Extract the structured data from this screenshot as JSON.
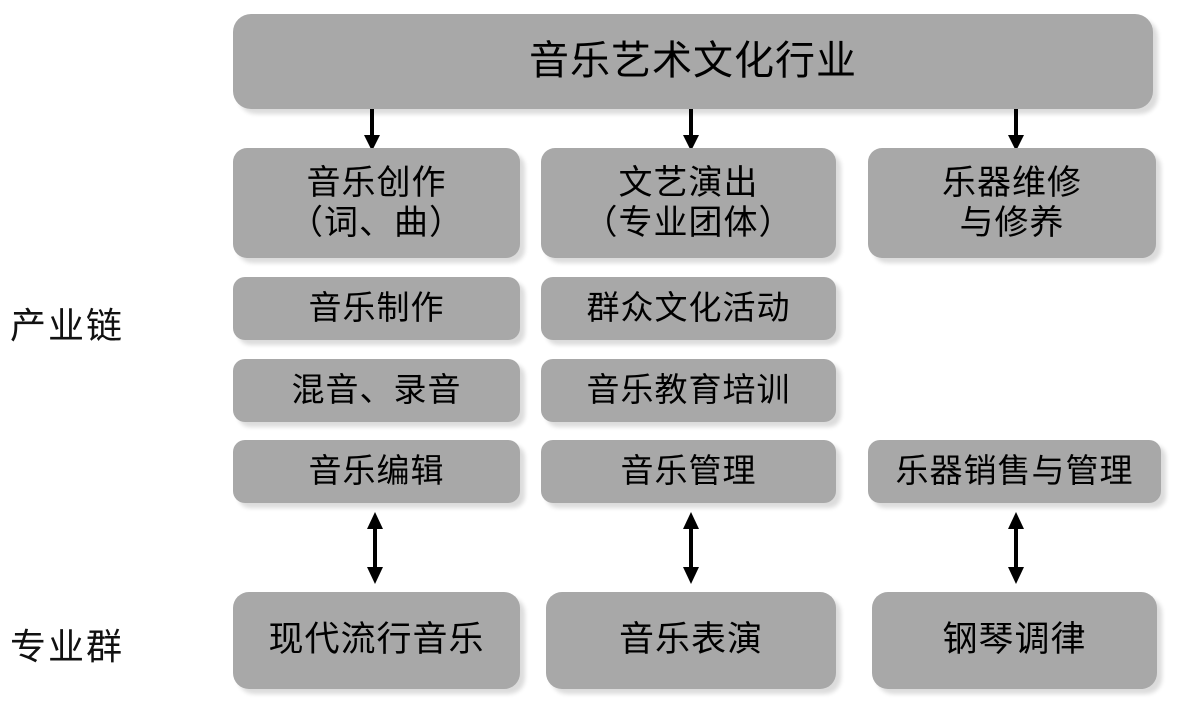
{
  "diagram": {
    "title_box": {
      "label": "音乐艺术文化行业"
    },
    "row_labels": [
      {
        "name": "industry-chain",
        "label": "产业链"
      },
      {
        "name": "professional-cluster",
        "label": "专业群"
      }
    ],
    "columns": [
      {
        "name": "music-creation",
        "chain": [
          "音乐创作\n（词、曲）",
          "音乐制作",
          "混音、录音",
          "音乐编辑"
        ],
        "leaf": "现代流行音乐"
      },
      {
        "name": "arts-performance",
        "chain": [
          "文艺演出\n（专业团体）",
          "群众文化活动",
          "音乐教育培训",
          "音乐管理"
        ],
        "leaf": "音乐表演"
      },
      {
        "name": "instrument-service",
        "chain": [
          "乐器维修\n与修养",
          null,
          null,
          "乐器销售与管理"
        ],
        "leaf": "钢琴调律"
      }
    ],
    "colors": {
      "box_fill": "#a8a8a8",
      "text": "#000000",
      "arrow": "#000000",
      "background": "#ffffff"
    }
  }
}
